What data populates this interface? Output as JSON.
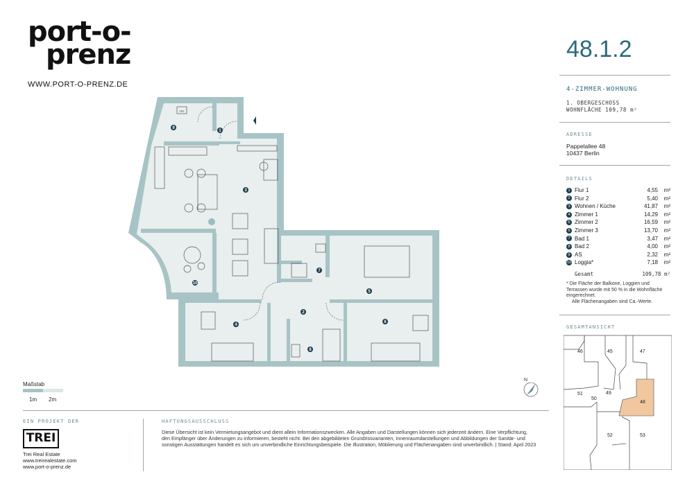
{
  "header": {
    "logo_line1": "port-o-",
    "logo_line2": "prenz",
    "website": "WWW.PORT-O-PRENZ.DE",
    "unit_number": "48.1.2"
  },
  "unit": {
    "type": "4-ZIMMER-WOHNUNG",
    "floor": "1. OBERGESCHOSS",
    "area": "WOHNFLÄCHE 109,78 m²"
  },
  "address": {
    "label": "ADRESSE",
    "line1": "Pappelallee 48",
    "line2": "10437 Berlin"
  },
  "details": {
    "label": "DETAILS",
    "rows": [
      {
        "n": "1",
        "name": "Flur 1",
        "value": "4,55",
        "unit": "m²"
      },
      {
        "n": "2",
        "name": "Flur 2",
        "value": "5,40",
        "unit": "m²"
      },
      {
        "n": "3",
        "name": "Wohnen / Küche",
        "value": "41,87",
        "unit": "m²"
      },
      {
        "n": "4",
        "name": "Zimmer 1",
        "value": "14,29",
        "unit": "m²"
      },
      {
        "n": "5",
        "name": "Zimmer 2",
        "value": "16,59",
        "unit": "m²"
      },
      {
        "n": "6",
        "name": "Zimmer 3",
        "value": "13,70",
        "unit": "m²"
      },
      {
        "n": "7",
        "name": "Bad 1",
        "value": "3,47",
        "unit": "m²"
      },
      {
        "n": "8",
        "name": "Bad 2",
        "value": "4,00",
        "unit": "m²"
      },
      {
        "n": "9",
        "name": "AS",
        "value": "2,32",
        "unit": "m²"
      },
      {
        "n": "10",
        "name": "Loggia*",
        "value": "7,18",
        "unit": "m²"
      }
    ],
    "total_label": "Gesamt",
    "total_value": "109,78 m²",
    "note_1": "* Die Fläche der Balkone, Loggien und Terrassen wurde mit 50 % in die Wohnfläche eingerechnet.",
    "note_2": "Alle Flächenangaben sind Ca.-Werte."
  },
  "overview": {
    "label": "GESAMTANSICHT",
    "buildings": [
      "46",
      "45",
      "47",
      "51",
      "50",
      "49",
      "48",
      "52",
      "53"
    ],
    "highlight": "48",
    "highlight_color": "#f1c7a0"
  },
  "scale": {
    "label": "Maßstab",
    "tick1": "1m",
    "tick2": "2m"
  },
  "plan": {
    "room_numbers": [
      "1",
      "2",
      "3",
      "4",
      "5",
      "6",
      "7",
      "8",
      "9",
      "10"
    ],
    "wall_color": "#a7c3c6",
    "floor_color": "#e8efee",
    "badge_color": "#1f3d4c",
    "tv_label": "TRT",
    "compass": "N"
  },
  "footer": {
    "project_label": "EIN PROJEKT DER",
    "trei_logo": "TREI",
    "company": "Trei Real Estate",
    "website1": "www.treirealestate.com",
    "website2": "www.port-o-prenz.de",
    "disclaimer_label": "HAFTUNGSAUSSCHLUSS",
    "disclaimer_text": "Diese Übersicht ist kein Vermietungsangebot und dient allein Informationszwecken. Alle Angaben und Darstellungen können sich jederzeit ändern. Eine Verpflichtung, den Empfänger über Änderungen zu informieren, besteht nicht. Bei den abgebildeten Grundrissvarianten, Innenraumdarstellungen und Abbildungen der Sanitär- und sonstigen Ausstattungen handelt es sich um unverbindliche Einrichtungsbeispiele. Die Illustration, Möblierung und Flächenangaben sind unverbindlich. | Stand: April 2023"
  }
}
